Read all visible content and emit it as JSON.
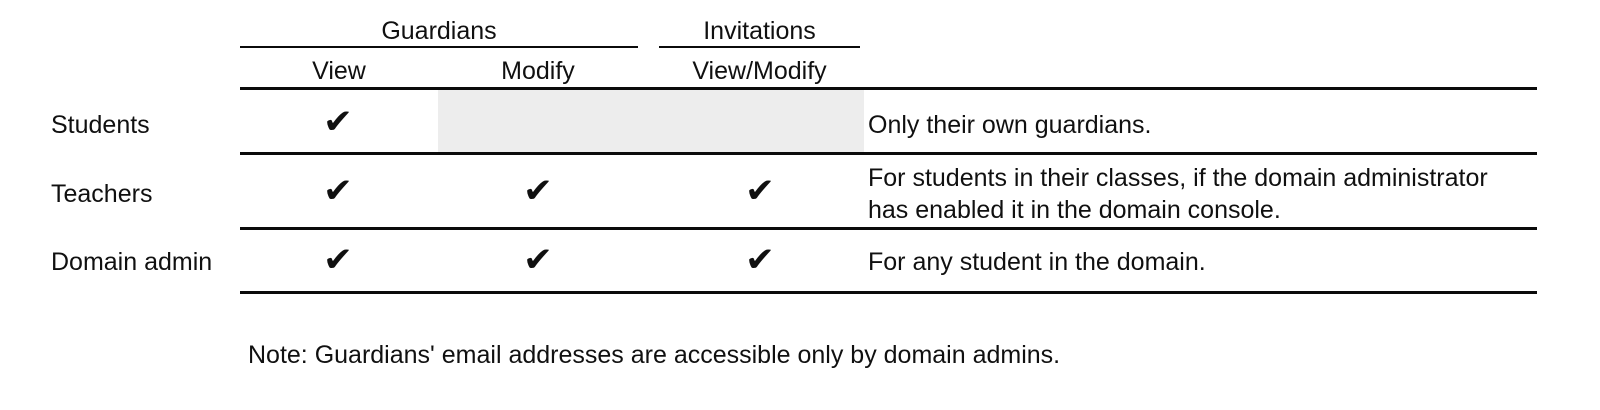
{
  "table": {
    "spanner_headers": [
      {
        "label": "Guardians",
        "columns": 2
      },
      {
        "label": "Invitations",
        "columns": 1
      }
    ],
    "column_headers": [
      "View",
      "Modify",
      "View/Modify"
    ],
    "row_label_header": "",
    "description_header": "",
    "check_glyph": "✔",
    "rows": [
      {
        "role": "Students",
        "guardians_view": true,
        "guardians_modify": false,
        "invitations_view_modify": false,
        "shaded": true,
        "description": "Only their own guardians."
      },
      {
        "role": "Teachers",
        "guardians_view": true,
        "guardians_modify": true,
        "invitations_view_modify": true,
        "shaded": false,
        "description": "For students in their classes, if the domain administrator has enabled it in the domain console."
      },
      {
        "role": "Domain admin",
        "guardians_view": true,
        "guardians_modify": true,
        "invitations_view_modify": true,
        "shaded": false,
        "description": "For any student in the domain."
      }
    ]
  },
  "note": "Note: Guardians' email addresses are accessible only by domain admins.",
  "colors": {
    "background": "#ffffff",
    "text": "#101010",
    "rule": "#0b0b0b",
    "shaded_cell": "#ededed"
  }
}
